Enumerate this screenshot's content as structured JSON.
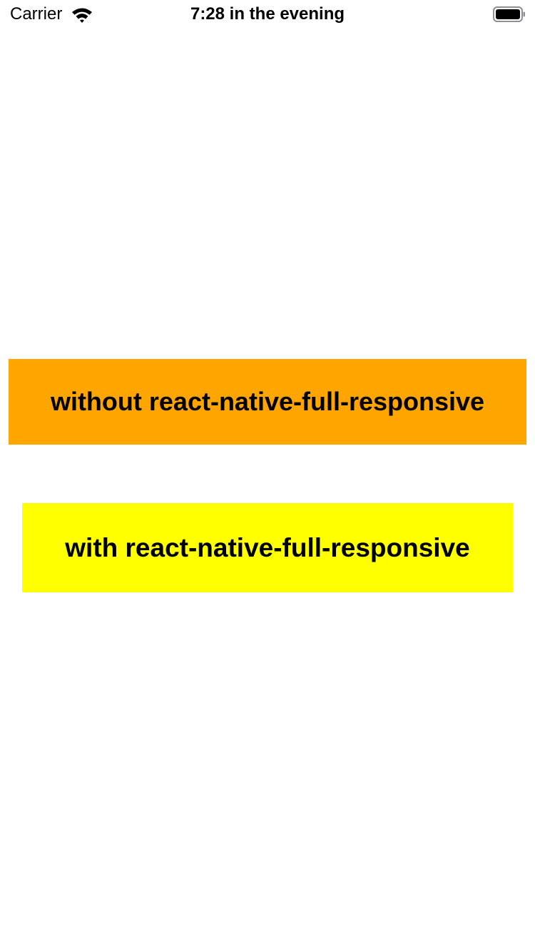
{
  "status_bar": {
    "carrier": "Carrier",
    "time": "7:28 in the evening",
    "wifi_icon": "wifi-icon",
    "battery_icon": "battery-icon"
  },
  "main": {
    "box_without": {
      "label": "without react-native-full-responsive",
      "color": "#FFA500"
    },
    "box_with": {
      "label": "with react-native-full-responsive",
      "color": "#FFFF00"
    }
  }
}
